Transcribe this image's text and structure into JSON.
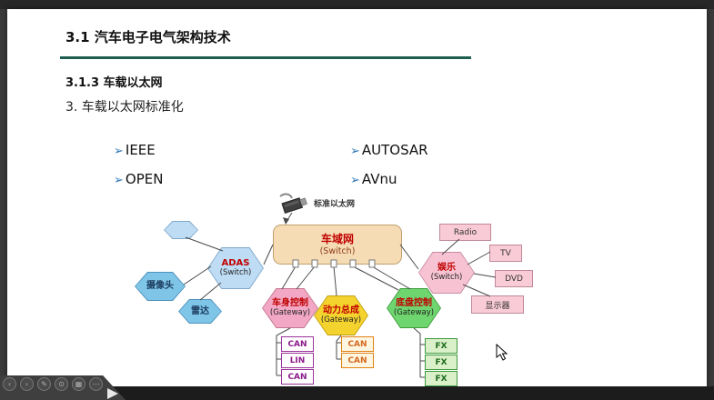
{
  "window": {
    "controls": [
      {
        "name": "previous",
        "glyph": "‹"
      },
      {
        "name": "next",
        "glyph": "›"
      },
      {
        "name": "pen",
        "glyph": "✎"
      },
      {
        "name": "laser",
        "glyph": "⊙"
      },
      {
        "name": "slides",
        "glyph": "▦"
      },
      {
        "name": "more",
        "glyph": "⋯"
      }
    ]
  },
  "slide": {
    "title": "3.1 汽车电子电气架构技术",
    "subtitle": "3.1.3 车载以太网",
    "heading": "3. 车载以太网标准化",
    "bullet_marker": "➢",
    "bullets": [
      "IEEE",
      "AUTOSAR",
      "OPEN",
      "AVnu"
    ]
  },
  "diagram": {
    "ethernet_label": "标准以太网",
    "domain_switch": {
      "title": "车域网",
      "sub": "(Switch)"
    },
    "adas_switch": {
      "title": "ADAS",
      "sub": "(Switch)"
    },
    "camera": "摄像头",
    "radar": "雷达",
    "entertainment_switch": {
      "title": "娱乐",
      "sub": "(Switch)"
    },
    "devices": {
      "radio": "Radio",
      "tv": "TV",
      "dvd": "DVD",
      "display": "显示器"
    },
    "body_gateway": {
      "title": "车身控制",
      "sub": "(Gateway)"
    },
    "power_gateway": {
      "title": "动力总成",
      "sub": "(Gateway)"
    },
    "chassis_gateway": {
      "title": "底盘控制",
      "sub": "(Gateway)"
    },
    "body_buses": [
      "CAN",
      "LIN",
      "CAN"
    ],
    "power_buses": [
      "CAN",
      "CAN"
    ],
    "chassis_buses": [
      "FX",
      "FX",
      "FX"
    ]
  },
  "colors": {
    "title_rule": "#1E5E50",
    "bullet_marker": "#2E75B6",
    "shape_title_red": "#C00000",
    "domain_fill": "#F6DCB4",
    "adas_fill": "#BEDCF4",
    "sensor_fill": "#7EC5E8",
    "entertainment_fill": "#F7C3D3",
    "body_fill": "#F2A8C4",
    "power_fill": "#F5D32E",
    "chassis_fill": "#6FD66F",
    "can_purple": "#8B1A8B",
    "can_orange": "#D2691E",
    "fx_green": "#1E6B1E"
  }
}
